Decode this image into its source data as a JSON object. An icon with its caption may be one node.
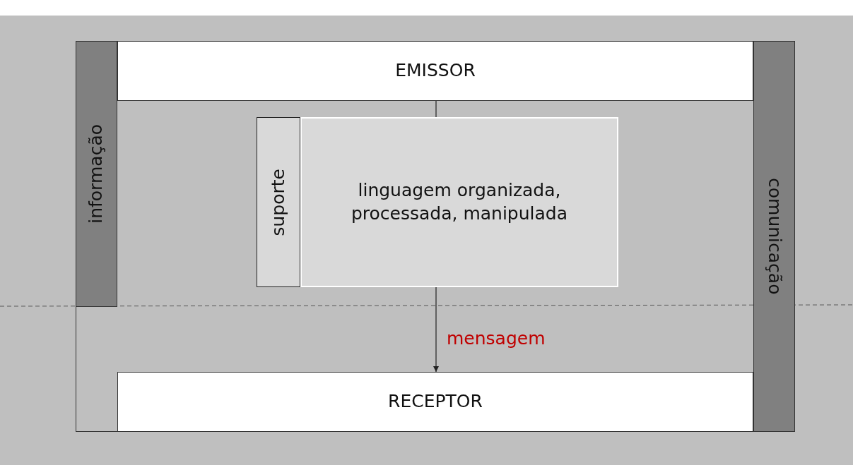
{
  "diagram": {
    "nodes": [
      {
        "text": [
          "EMISSOR"
        ]
      },
      {
        "text": [
          "informação"
        ]
      },
      {
        "text": [
          "comunicação"
        ]
      },
      {
        "text": [
          "suporte"
        ]
      },
      {
        "text": [
          "linguagem organizada, processada, manipulada"
        ]
      },
      {
        "text": [
          "RECEPTOR"
        ]
      }
    ],
    "edges": [
      {
        "from": 0,
        "to": 4,
        "arrow": "none"
      },
      {
        "from": 4,
        "to": 5,
        "arrow": "to",
        "label": "mensagem"
      }
    ]
  }
}
